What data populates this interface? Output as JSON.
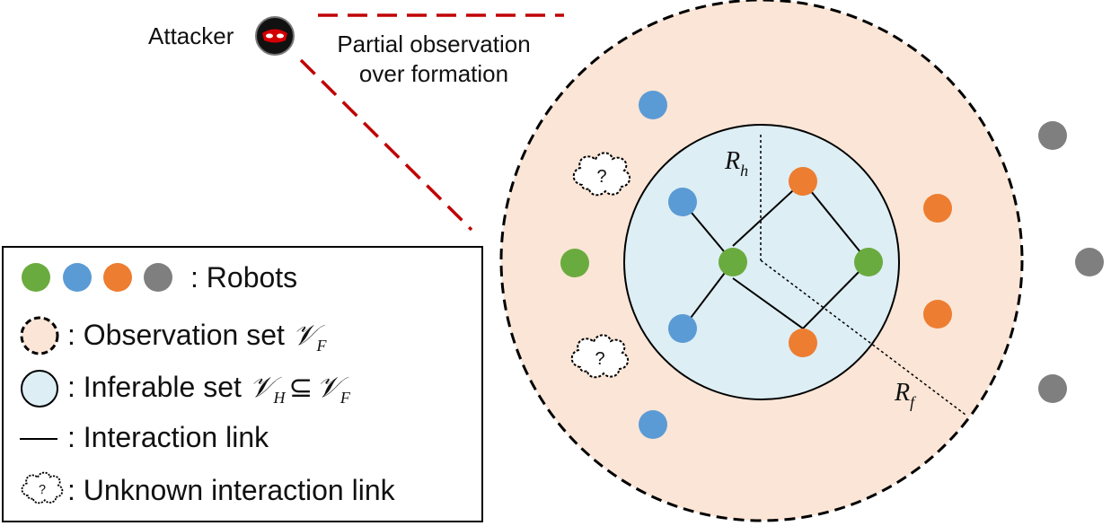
{
  "attacker": {
    "label": "Attacker",
    "icon": "masked-attacker-icon",
    "caption_line1": "Partial observation",
    "caption_line2": "over formation"
  },
  "radii": {
    "rh_main": "R",
    "rh_sub": "h",
    "rf_main": "R",
    "rf_sub": "f"
  },
  "cloud_mark": "?",
  "legend": {
    "robots_label": ": Robots",
    "observation_label": ": Observation set ",
    "observation_symbol": "𝒱",
    "observation_sub": "F",
    "inferable_label": ": Inferable set ",
    "inferable_sym1": "𝒱",
    "inferable_sub1": "H",
    "subset_symbol": "⊆",
    "inferable_sym2": "𝒱",
    "inferable_sub2": "F",
    "interaction_label": ": Interaction link",
    "unknown_label": ": Unknown interaction link"
  },
  "colors": {
    "green": "#6aab3f",
    "blue": "#5b9bd5",
    "orange": "#ed7d31",
    "gray": "#7f7f7f",
    "observation_fill": "#fbe5d6",
    "inferable_fill": "#ddeef4",
    "attack_line": "#c00000"
  }
}
